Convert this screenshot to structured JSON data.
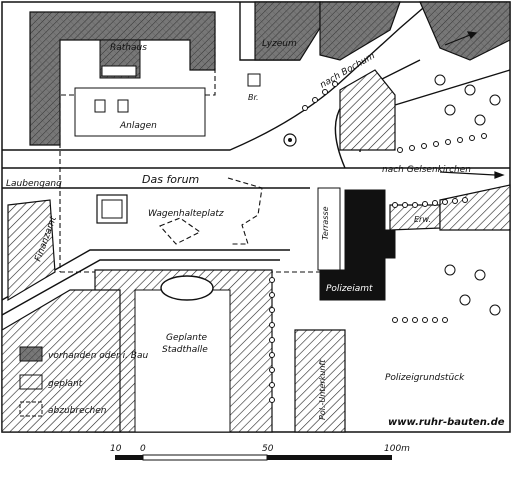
{
  "labels": {
    "rathaus": "Rathaus",
    "lyzeum": "Lyzeum",
    "nach_bochum": "nach Bochum",
    "anlagen": "Anlagen",
    "br": "Br.",
    "das_forum": "Das forum",
    "nach_gelsenkirchen": "nach Gelsenkirchen",
    "laubengang": "Laubengang",
    "wagenhalteplatz": "Wagenhalteplatz",
    "terrasse": "Terrasse",
    "erw": "Erw.",
    "polizeiamt": "Polizeiamt",
    "finanzamt": "Finanzamt",
    "geplante": "Geplante",
    "stadthalle": "Stadthalle",
    "pol_unterkunft": "Pol.-Unterkunft",
    "polizeigrundstueck": "Polizeigrundstück"
  },
  "legend": {
    "existing": "vorhanden oder i. Bau",
    "planned": "geplant",
    "demolish": "abzubrechen"
  },
  "watermark": "www.ruhr-bauten.de",
  "scale": {
    "ticks": [
      "10",
      "0",
      "50",
      "100m"
    ]
  },
  "colors": {
    "existing_fill": "#6e6e6e",
    "police_fill": "#111111",
    "ink": "#111111",
    "paper": "#ffffff"
  }
}
